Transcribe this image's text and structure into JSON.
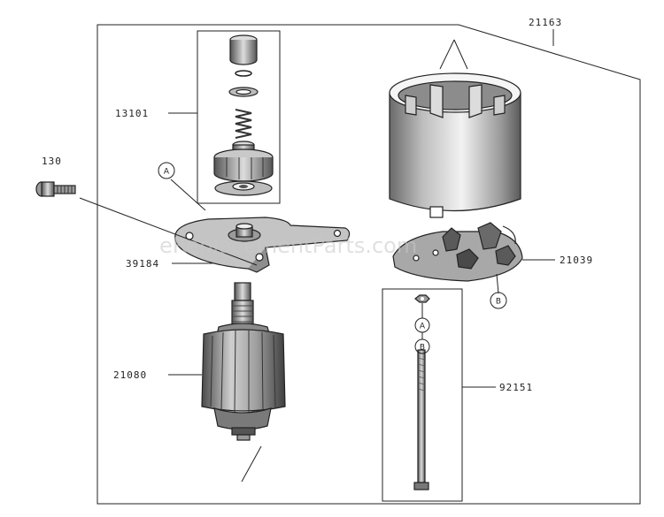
{
  "watermark": "eReplacementParts.com",
  "callouts": {
    "c21163": "21163",
    "c13101": "13101",
    "c130": "130",
    "c39184": "39184",
    "c21039": "21039",
    "c21080": "21080",
    "c92151": "92151"
  },
  "markers": {
    "a_upper": "A",
    "a_lower": "A",
    "b_upper": "B",
    "b_lower": "B"
  },
  "colors": {
    "line": "#222222",
    "part_dark": "#3a3a3a",
    "part_mid": "#8a8a8a",
    "part_light": "#d8d8d8"
  }
}
